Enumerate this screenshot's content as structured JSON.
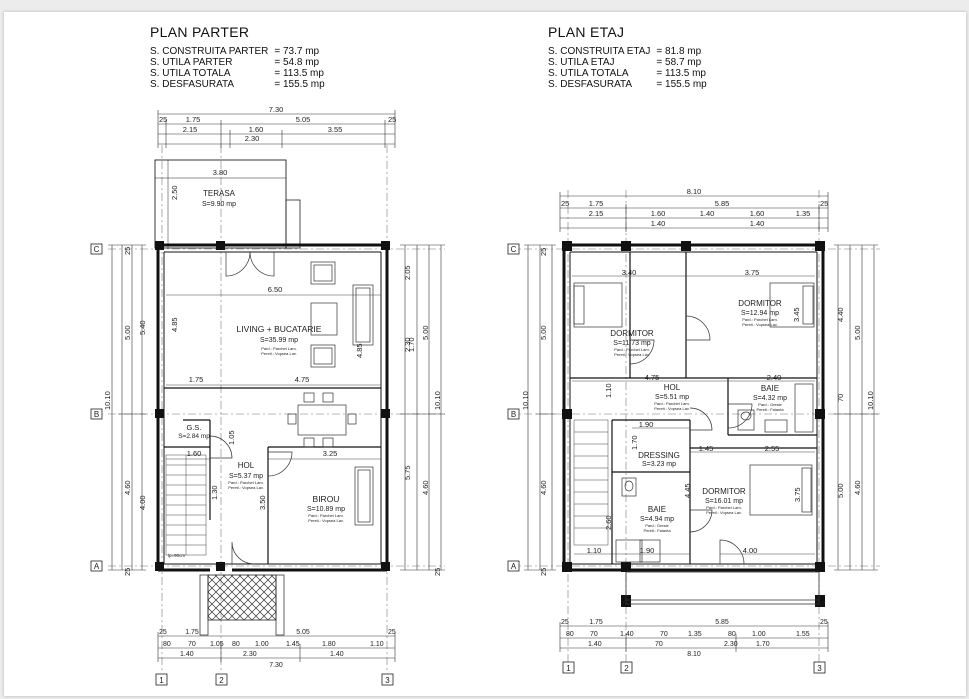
{
  "parter": {
    "title": "PLAN PARTER",
    "stats": [
      {
        "label": "S. CONSTRUITA PARTER",
        "value": "= 73.7 mp"
      },
      {
        "label": "S. UTILA PARTER",
        "value": "= 54.8 mp"
      },
      {
        "label": "S. UTILA TOTALA",
        "value": "= 113.5 mp"
      },
      {
        "label": "S. DESFASURATA",
        "value": "= 155.5 mp"
      }
    ],
    "rooms": {
      "terasa": {
        "name": "TERASA",
        "area": "S=9.90 mp"
      },
      "living": {
        "name": "LIVING + BUCATARIE",
        "area": "S=35.99 mp",
        "note1": "Pard.: Parchet Lam.",
        "note2": "Pereti.: Vopsea Lav."
      },
      "gs": {
        "name": "G.S.",
        "area": "S=2.84 mp"
      },
      "hol": {
        "name": "HOL",
        "area": "S=5.37 mp",
        "note1": "Pard.: Parchet Lam.",
        "note2": "Pereti.: Vopsea Lav."
      },
      "birou": {
        "name": "BIROU",
        "area": "S=10.89 mp",
        "note1": "Pard.: Parchet Lam.",
        "note2": "Pereti.: Vopsea Lav."
      }
    },
    "dims": {
      "top_total": "7.30",
      "top_a": "25",
      "top_b": "1.75",
      "top_c": "5.05",
      "top_d": "25",
      "top_e": "2.15",
      "top_f": "1.60",
      "top_g": "3.55",
      "top_h": "2.30",
      "terasa_w": "3.80",
      "terasa_h": "2.50",
      "living_w": "6.50",
      "living_h": "4.85",
      "left_h1": "5.00",
      "left_h2": "5.40",
      "right_1": "2.05",
      "right_2": "2.30",
      "right_3": "1.70",
      "right_4": "5.00",
      "right_5": "5.75",
      "right_6": "10.10",
      "right_7": "4.60",
      "right_8": "25",
      "hall_w1": "1.75",
      "hall_w2": "4.75",
      "gs_w": "1.60",
      "hol_w": "3.25",
      "left_lower1": "4.60",
      "left_lower2": "4.00",
      "left_lower3": "3.50",
      "left_10": "10.10",
      "wall": "25",
      "col_1": "1.30",
      "col_2": "1.05",
      "small": "80",
      "small2": "1.40",
      "small3": "1.30",
      "bot_a": "25",
      "bot_b": "1.75",
      "bot_c": "5.05",
      "bot_d": "25",
      "bot_e": "80",
      "bot_f": "70",
      "bot_g": "1.05",
      "bot_h": "80",
      "bot_i": "1.00",
      "bot_j": "1.45",
      "bot_k": "1.80",
      "bot_l": "1.10",
      "bot_m": "1.40",
      "bot_n": "2.30",
      "bot_o": "1.40",
      "bot_total": "7.30",
      "stair_note": "lp=90cm"
    },
    "axes_h": [
      "C",
      "B",
      "A"
    ],
    "axes_v": [
      "1",
      "2",
      "3"
    ]
  },
  "etaj": {
    "title": "PLAN ETAJ",
    "stats": [
      {
        "label": "S. CONSTRUITA ETAJ",
        "value": "= 81.8 mp"
      },
      {
        "label": "S. UTILA ETAJ",
        "value": "= 58.7 mp"
      },
      {
        "label": "S. UTILA TOTALA",
        "value": "= 113.5 mp"
      },
      {
        "label": "S. DESFASURATA",
        "value": "= 155.5 mp"
      }
    ],
    "rooms": {
      "dorm1": {
        "name": "DORMITOR",
        "area": "S=11.73 mp",
        "note1": "Pard.: Parchet Lam.",
        "note2": "Pereti.: Vopsea Lav."
      },
      "dorm2": {
        "name": "DORMITOR",
        "area": "S=12.94 mp",
        "note1": "Pard.: Parchet Lam.",
        "note2": "Pereti.: Vopsea Lav."
      },
      "hol": {
        "name": "HOL",
        "area": "S=5.51 mp",
        "note1": "Pard.: Parchet Lam.",
        "note2": "Pereti.: Vopsea Lav."
      },
      "baie1": {
        "name": "BAIE",
        "area": "S=4.32 mp",
        "note1": "Pard.: Gresie",
        "note2": "Pereti.: Faianta"
      },
      "dressing": {
        "name": "DRESSING",
        "area": "S=3.23 mp"
      },
      "baie2": {
        "name": "BAIE",
        "area": "S=4.94 mp",
        "note1": "Pard.: Gresie",
        "note2": "Pereti.: Faianta"
      },
      "dorm3": {
        "name": "DORMITOR",
        "area": "S=16.01 mp",
        "note1": "Pard.: Parchet Lam.",
        "note2": "Pereti.: Vopsea Lav."
      }
    },
    "dims": {
      "top_total": "8.10",
      "top_a": "25",
      "top_b": "1.75",
      "top_c": "5.85",
      "top_d": "25",
      "top_e": "2.15",
      "top_f": "1.60",
      "top_g": "1.40",
      "top_h": "1.60",
      "top_i": "1.35",
      "top_j": "1.40",
      "top_k": "1.40",
      "left_1": "5.00",
      "left_2": "10.10",
      "left_3": "4.60",
      "left_4": "25",
      "right_1": "4.40",
      "right_2": "5.00",
      "right_3": "4.60",
      "right_4": "10.10",
      "right_5": "70",
      "d1_w": "3.40",
      "d2_w": "3.75",
      "d2_h": "3.45",
      "hol_w": "4.75",
      "hol_h": "1.10",
      "baie_w": "2.40",
      "dress_w": "1.90",
      "dress_h": "1.70",
      "hol2_w": "1.45",
      "dorm3_w": "2.55",
      "dorm3_h": "4.45",
      "baie2_h": "2.60",
      "bot_w1": "1.10",
      "bot_w2": "1.90",
      "door_w": "4.00",
      "d3_h": "3.75",
      "bot_a": "25",
      "bot_b": "1.75",
      "bot_c": "5.85",
      "bot_d": "25",
      "bot_e": "80",
      "bot_f": "70",
      "bot_g": "1.40",
      "bot_h": "70",
      "bot_i": "1.35",
      "bot_j": "80",
      "bot_k": "1.00",
      "bot_l": "1.55",
      "bot_m": "1.40",
      "bot_n": "70",
      "bot_o": "2.30",
      "bot_p": "1.70",
      "bot_total": "8.10"
    },
    "axes_h": [
      "C",
      "B",
      "A"
    ],
    "axes_v": [
      "1",
      "2",
      "3"
    ]
  }
}
